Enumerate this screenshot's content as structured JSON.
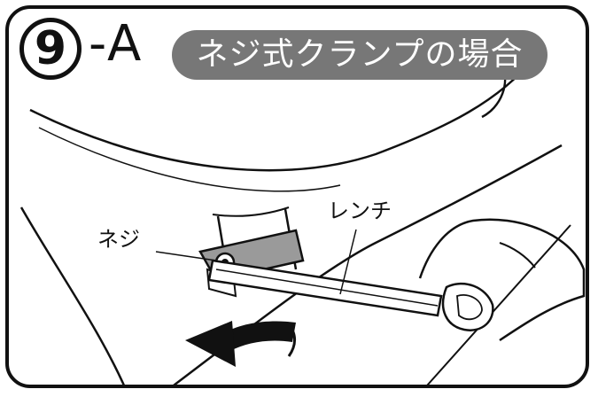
{
  "step": {
    "number": "9",
    "suffix": "-A"
  },
  "title": "ネジ式クランプの場合",
  "labels": {
    "screw": "ネジ",
    "wrench": "レンチ"
  },
  "icons": [
    "rotation-arrow-icon"
  ],
  "colors": {
    "line": "#111111",
    "title_bg": "#777777",
    "title_text": "#ffffff",
    "clamp": "#9a9a9a"
  }
}
